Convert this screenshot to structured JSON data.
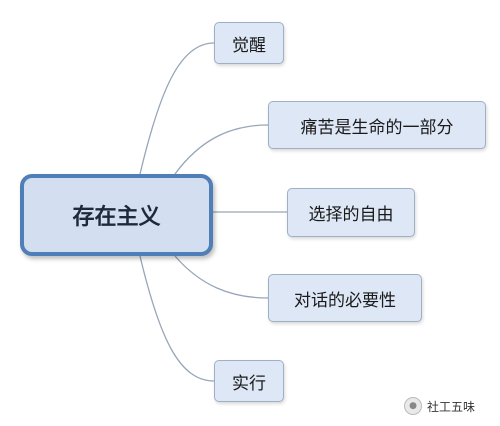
{
  "diagram": {
    "central": "存在主义",
    "branches": [
      "觉醒",
      "痛苦是生命的一部分",
      "选择的自由",
      "对话的必要性",
      "实行"
    ]
  },
  "watermark": {
    "text": "社工五味",
    "icon": "wechat-icon"
  },
  "colors": {
    "central_fill": "#d3dff0",
    "central_border": "#4f7fb6",
    "leaf_fill": "#dde7f5",
    "leaf_border": "#9fb0c6",
    "connector": "#97a6b8"
  }
}
